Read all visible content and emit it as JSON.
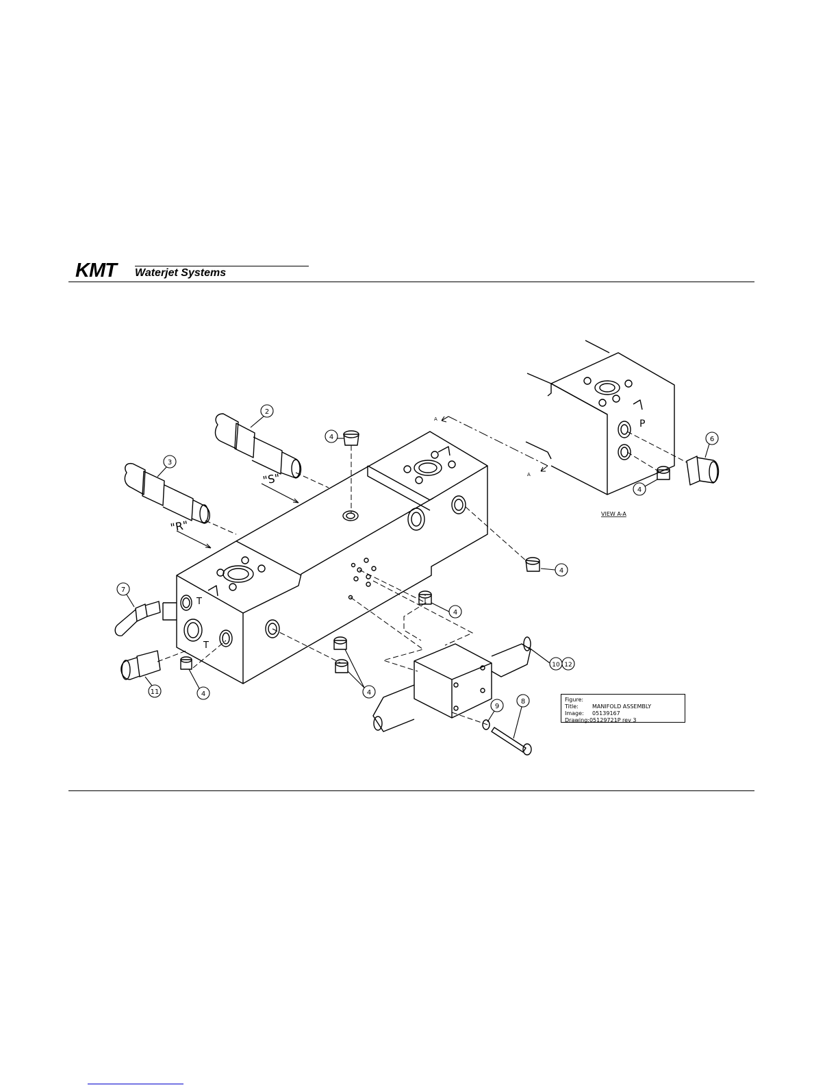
{
  "header": {
    "brand": "KMT",
    "brand_sub": "Waterjet Systems"
  },
  "drawing": {
    "balloons": [
      "2",
      "3",
      "4",
      "4",
      "4",
      "4",
      "4",
      "4",
      "6",
      "7",
      "8",
      "9",
      "10",
      "12",
      "11"
    ],
    "port_labels": {
      "s": "\"S\"",
      "r": "\"R\"",
      "t1": "T",
      "t2": "T",
      "p": "P",
      "a1": "A",
      "a2": "A"
    },
    "view_label": "VIEW A-A"
  },
  "title_block": {
    "figure_label": "Figure:",
    "title_label": "Title:",
    "title_value": "MANIFOLD ASSEMBLY",
    "image_label": "Image:",
    "image_value": "05139167",
    "drawing_label": "Drawing:",
    "drawing_value": "05129721P rev 3"
  }
}
